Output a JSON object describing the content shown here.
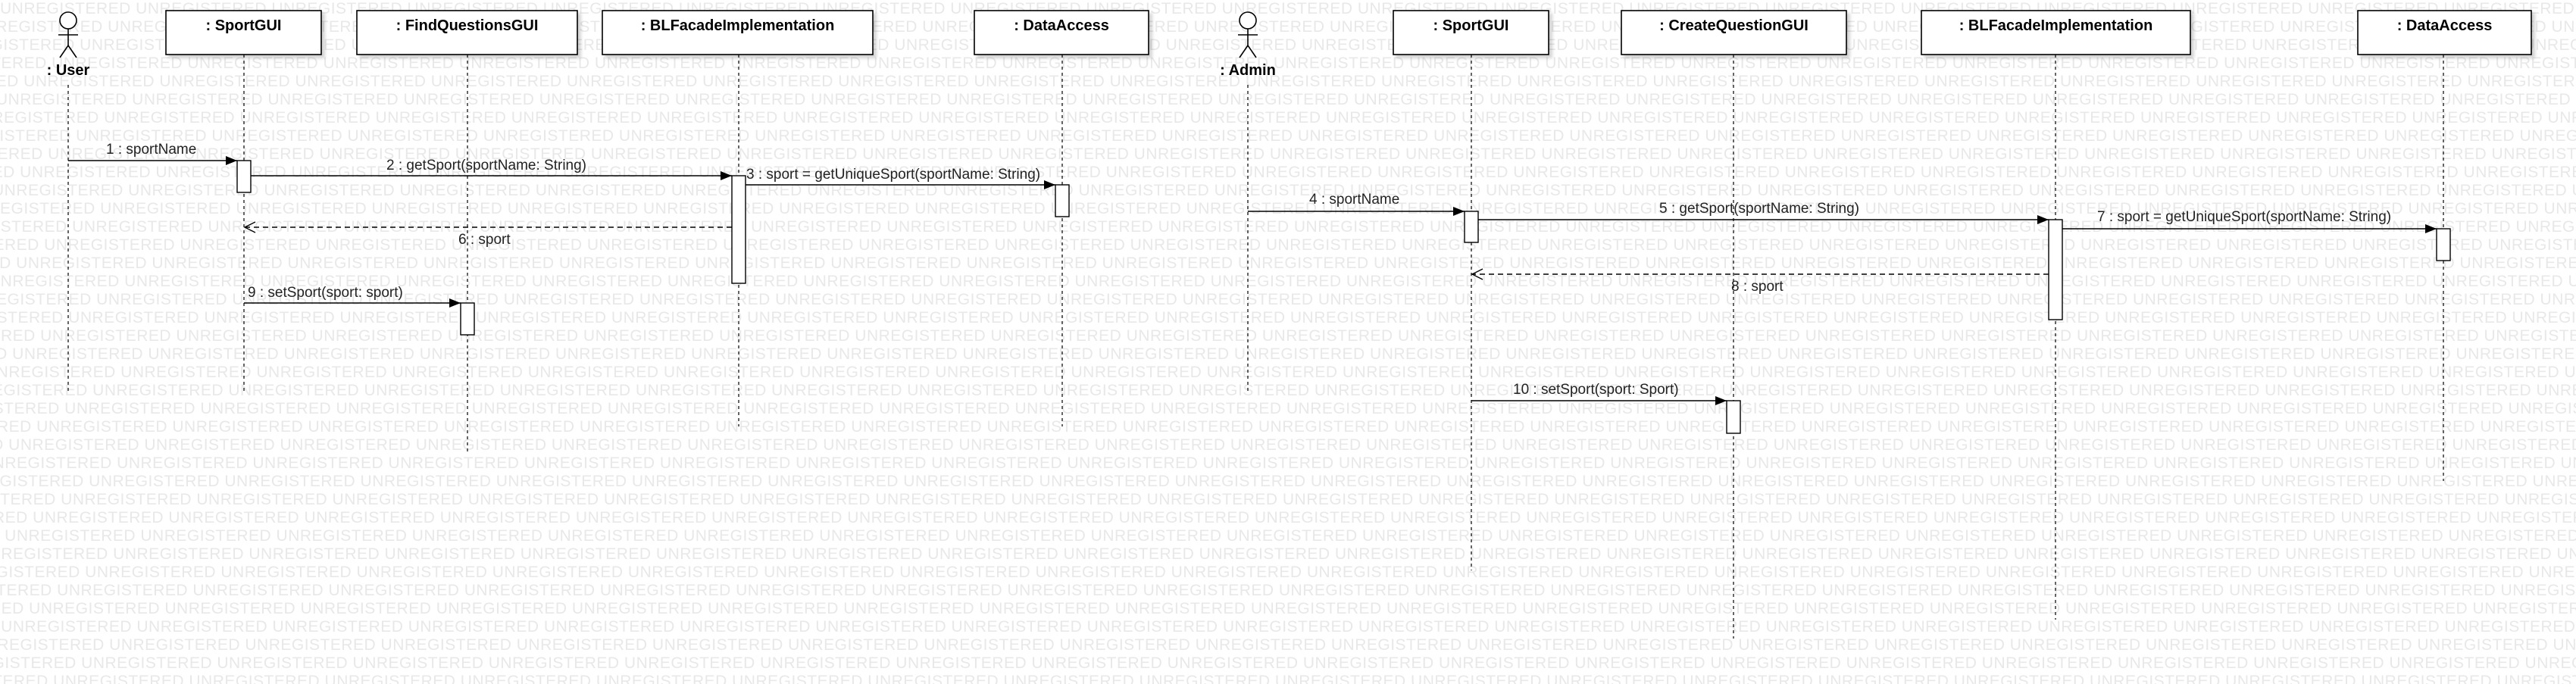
{
  "watermark": {
    "text": "UNREGISTERED"
  },
  "diagrams": [
    {
      "lifelines": [
        {
          "label": ": User",
          "kind": "actor"
        },
        {
          "label": ": SportGUI",
          "kind": "object"
        },
        {
          "label": ": FindQuestionsGUI",
          "kind": "object"
        },
        {
          "label": ": BLFacadeImplementation",
          "kind": "object"
        },
        {
          "label": ": DataAccess",
          "kind": "object"
        }
      ],
      "messages": [
        {
          "label": "1 : sportName",
          "from": 0,
          "to": 1,
          "kind": "call"
        },
        {
          "label": "2 : getSport(sportName: String)",
          "from": 1,
          "to": 3,
          "kind": "call"
        },
        {
          "label": "3 : sport = getUniqueSport(sportName: String)",
          "from": 3,
          "to": 4,
          "kind": "call"
        },
        {
          "label": "6 : sport",
          "from": 3,
          "to": 1,
          "kind": "return"
        },
        {
          "label": "9 : setSport(sport: sport)",
          "from": 1,
          "to": 2,
          "kind": "call"
        }
      ]
    },
    {
      "lifelines": [
        {
          "label": ": Admin",
          "kind": "actor"
        },
        {
          "label": ": SportGUI",
          "kind": "object"
        },
        {
          "label": ": CreateQuestionGUI",
          "kind": "object"
        },
        {
          "label": ": BLFacadeImplementation",
          "kind": "object"
        },
        {
          "label": ": DataAccess",
          "kind": "object"
        }
      ],
      "messages": [
        {
          "label": "4 : sportName",
          "from": 0,
          "to": 1,
          "kind": "call"
        },
        {
          "label": "5 : getSport(sportName: String)",
          "from": 1,
          "to": 3,
          "kind": "call"
        },
        {
          "label": "7 : sport = getUniqueSport(sportName: String)",
          "from": 3,
          "to": 4,
          "kind": "call"
        },
        {
          "label": "8 : sport",
          "from": 3,
          "to": 1,
          "kind": "return"
        },
        {
          "label": "10 : setSport(sport: Sport)",
          "from": 1,
          "to": 2,
          "kind": "call"
        }
      ]
    }
  ]
}
